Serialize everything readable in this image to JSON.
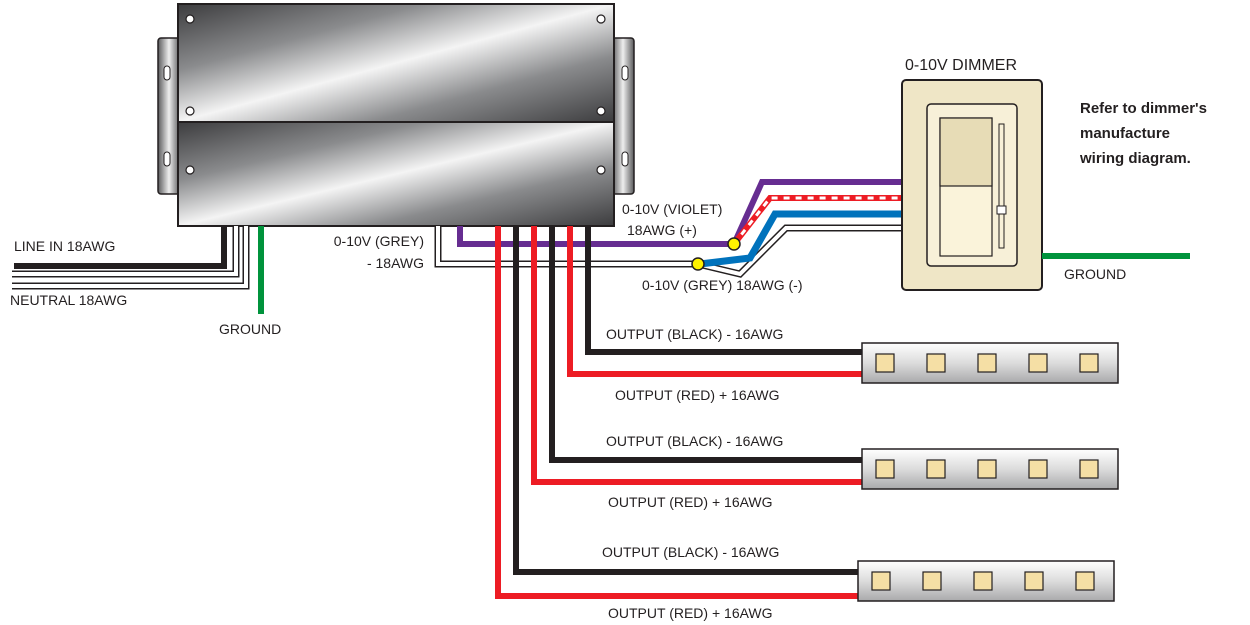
{
  "labels": {
    "dimmer_title": "0-10V DIMMER",
    "note_line1": "Refer to dimmer's",
    "note_line2": "manufacture",
    "note_line3": "wiring diagram.",
    "line_in": "LINE IN 18AWG",
    "neutral": "NEUTRAL 18AWG",
    "ground_left": "GROUND",
    "ground_right": "GROUND",
    "grey_top_line1": "0-10V (GREY)",
    "grey_top_line2": "- 18AWG",
    "violet_line1": "0-10V (VIOLET)",
    "violet_line2": "18AWG (+)",
    "grey_bottom": "0-10V (GREY) 18AWG (-)",
    "output_black_1": "OUTPUT (BLACK) - 16AWG",
    "output_red_1": "OUTPUT (RED) + 16AWG",
    "output_black_2": "OUTPUT (BLACK) - 16AWG",
    "output_red_2": "OUTPUT (RED) + 16AWG",
    "output_black_3": "OUTPUT (BLACK) - 16AWG",
    "output_red_3": "OUTPUT (RED) + 16AWG"
  },
  "colors": {
    "black_wire": "#231f20",
    "red_wire": "#ed1c24",
    "green_wire": "#00933c",
    "violet_wire": "#662d91",
    "blue_wire": "#0072bc",
    "grey_wire": "#9d9fa2",
    "connector": "#fff200",
    "dimmer_plate": "#efe6c6",
    "led_pad": "#f5dfa5"
  },
  "led_strips": [
    {
      "leds": 5
    },
    {
      "leds": 5
    },
    {
      "leds": 5
    }
  ]
}
